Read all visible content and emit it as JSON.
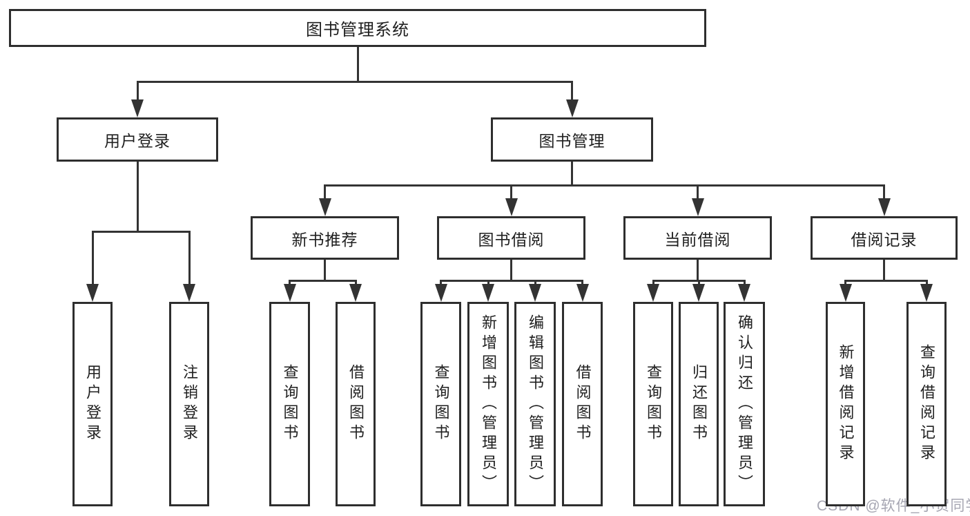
{
  "diagram_title": "图书管理系统",
  "watermark": {
    "text": "CSDN @软件_小贺同学",
    "color": "#a6a6b2"
  },
  "colors": {
    "line": "#333333",
    "box_border": "#2e2e2e",
    "box_bg": "#ffffff",
    "text": "#1f1f1f"
  },
  "nodes": [
    {
      "id": "root",
      "label": "图书管理系统",
      "children": [
        "user-login",
        "book-mgmt"
      ]
    },
    {
      "id": "user-login",
      "label": "用户登录",
      "children": [
        "ul-login",
        "ul-logout"
      ]
    },
    {
      "id": "book-mgmt",
      "label": "图书管理",
      "children": [
        "new-book-rec",
        "book-borrow",
        "current-borrow",
        "borrow-records"
      ]
    },
    {
      "id": "new-book-rec",
      "label": "新书推荐",
      "children": [
        "nb-query",
        "nb-borrow"
      ]
    },
    {
      "id": "book-borrow",
      "label": "图书借阅",
      "children": [
        "bb-query",
        "bb-add",
        "bb-edit",
        "bb-borrow"
      ]
    },
    {
      "id": "current-borrow",
      "label": "当前借阅",
      "children": [
        "cb-query",
        "cb-return",
        "cb-confirm"
      ]
    },
    {
      "id": "borrow-records",
      "label": "借阅记录",
      "children": [
        "br-add",
        "br-query"
      ]
    },
    {
      "id": "ul-login",
      "label": "用户登录",
      "vertical": true
    },
    {
      "id": "ul-logout",
      "label": "注销登录",
      "vertical": true
    },
    {
      "id": "nb-query",
      "label": "查询图书",
      "vertical": true
    },
    {
      "id": "nb-borrow",
      "label": "借阅图书",
      "vertical": true
    },
    {
      "id": "bb-query",
      "label": "查询图书",
      "vertical": true
    },
    {
      "id": "bb-add",
      "label": "新增图书（管理员）",
      "vertical": true
    },
    {
      "id": "bb-edit",
      "label": "编辑图书（管理员）",
      "vertical": true
    },
    {
      "id": "bb-borrow",
      "label": "借阅图书",
      "vertical": true
    },
    {
      "id": "cb-query",
      "label": "查询图书",
      "vertical": true
    },
    {
      "id": "cb-return",
      "label": "归还图书",
      "vertical": true
    },
    {
      "id": "cb-confirm",
      "label": "确认归还（管理员）",
      "vertical": true
    },
    {
      "id": "br-add",
      "label": "新增借阅记录",
      "vertical": true
    },
    {
      "id": "br-query",
      "label": "查询借阅记录",
      "vertical": true
    }
  ]
}
